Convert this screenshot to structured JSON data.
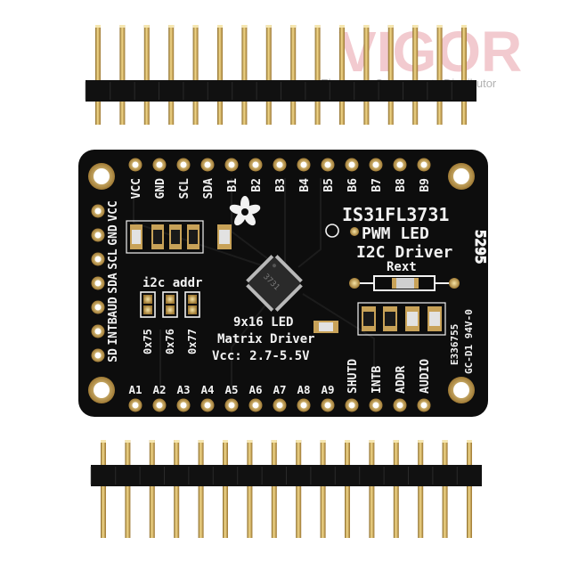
{
  "watermark": {
    "brand": "VIGOR",
    "tagline": "Electronic Components Distributor",
    "brand_color": "#e8a0a8"
  },
  "board": {
    "color": "#0d0d0d",
    "silk_color": "#f2f2f2",
    "chip_title": "IS31FL3731",
    "subtitle_1": "PWM LED",
    "subtitle_2": "I2C Driver",
    "matrix_1": "9x16 LED",
    "matrix_2": "Matrix Driver",
    "vcc_range": "Vcc: 2.7-5.5V",
    "rext_label": "Rext",
    "i2c_addr_label": "i2c addr",
    "addr_options": [
      "0x75",
      "0x76",
      "0x77"
    ],
    "top_pins": [
      "VCC",
      "GND",
      "SCL",
      "SDA",
      "B1",
      "B2",
      "B3",
      "B4",
      "B5",
      "B6",
      "B7",
      "B8",
      "B9"
    ],
    "left_pins": [
      "VCC",
      "GND",
      "SCL",
      "SDA",
      "AUD",
      "INTB",
      "SD"
    ],
    "bottom_pins": [
      "A1",
      "A2",
      "A3",
      "A4",
      "A5",
      "A6",
      "A7",
      "A8",
      "A9",
      "SHUTD",
      "INTB",
      "ADDR",
      "AUDIO"
    ],
    "cert_1": "E336755",
    "cert_2": "GC-D1 94V-0",
    "code": "5295",
    "ic_text": "3731"
  }
}
